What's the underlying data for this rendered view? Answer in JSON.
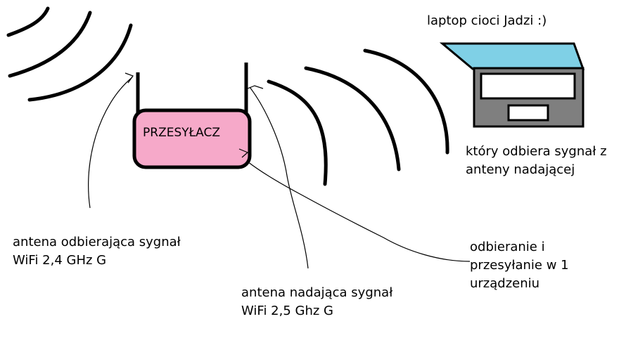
{
  "router": {
    "label": "PRZESYŁACZ",
    "fill_color": "#f6a9c9"
  },
  "laptop": {
    "caption": "laptop cioci Jadzi :)",
    "screen_color": "#7fd0e6",
    "body_color": "#7f7f7f"
  },
  "labels": {
    "receive_antenna": [
      "antena odbierająca sygnał",
      "WiFi 2,4 GHz G"
    ],
    "transmit_antenna": [
      "antena nadająca sygnał",
      "WiFi 2,5 Ghz G"
    ],
    "device": [
      "odbieranie i",
      "przesyłanie w 1",
      "urządzeniu"
    ],
    "laptop_receives": [
      "który odbiera sygnał z",
      "anteny nadającej"
    ]
  }
}
